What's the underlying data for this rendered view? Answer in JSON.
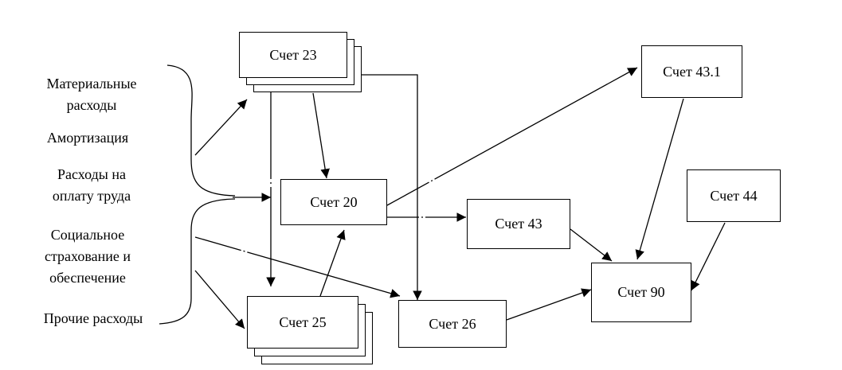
{
  "cost_items": {
    "materials": [
      "Материальные",
      "расходы"
    ],
    "depreciation": [
      "Амортизация"
    ],
    "labor": [
      "Расходы на",
      "оплату труда"
    ],
    "social": [
      "Социальное",
      "страхование и",
      "обеспечение"
    ],
    "other": [
      "Прочие расходы"
    ]
  },
  "accounts": {
    "acc23": "Счет 23",
    "acc20": "Счет 20",
    "acc25": "Счет 25",
    "acc26": "Счет 26",
    "acc43_1": "Счет 43.1",
    "acc43": "Счет 43",
    "acc44": "Счет 44",
    "acc90": "Счет 90"
  },
  "colors": {
    "line": "#000000",
    "background": "#ffffff"
  }
}
